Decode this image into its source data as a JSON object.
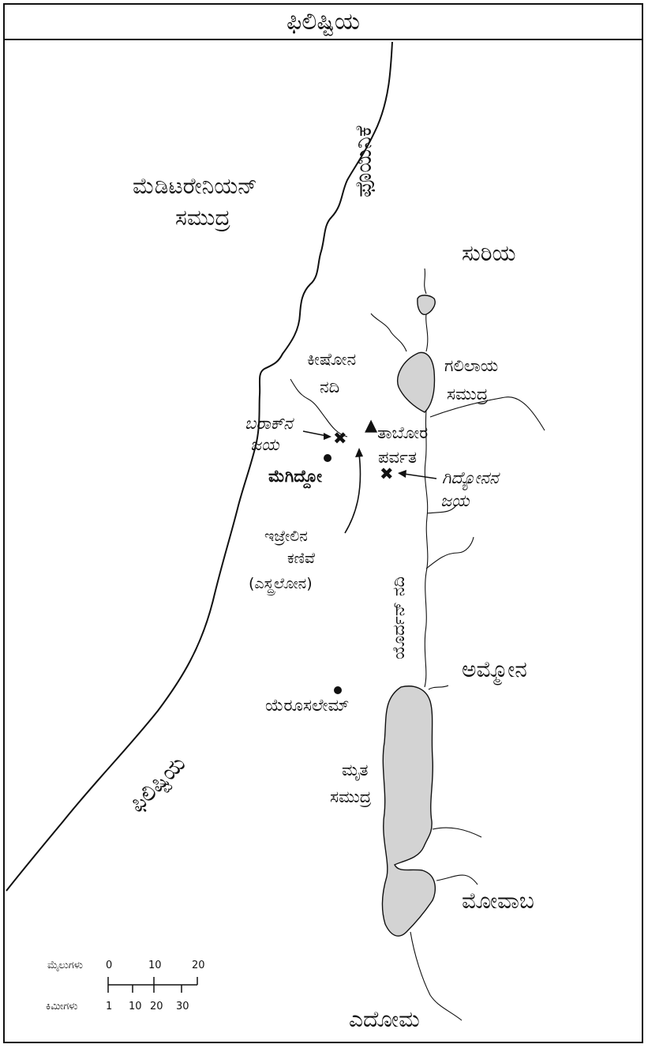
{
  "title": "ಫಿಲಿಷ್ಟಿಯ",
  "regions": {
    "mediterranean_line1": "ಮೆಡಿಟರೇನಿಯನ್",
    "mediterranean_line2": "ಸಮುದ್ರ",
    "phoenicia": "ಫೊಯಿನಿಕೆ",
    "syria": "ಸುರಿಯ",
    "ammon": "ಅಮ್ಮೋನ",
    "moab": "ಮೋವಾಬ",
    "edom": "ಎದೋಮ",
    "philistia": "ಫಿಲಿಷ್ಟಿಯ"
  },
  "waters": {
    "galilee_line1": "ಗಲಿಲಾಯ",
    "galilee_line2": "ಸಮುದ್ರ",
    "kishon_line1": "ಕೀಷೋನ",
    "kishon_line2": "ನದಿ",
    "jordan": "ಯೊರ್ದನ್ ನದಿ",
    "dead_sea_line1": "ಮೃತ",
    "dead_sea_line2": "ಸಮುದ್ರ"
  },
  "places": {
    "tabor_line1": "ತಾಬೋರ",
    "tabor_line2": "ಪರ್ವತ",
    "megiddo": "ಮೆಗಿದ್ದೋ",
    "jerusalem": "ಯೆರೂಸಲೇಮ್",
    "jezreel_line1": "ಇಜ್ರೇಲಿನ",
    "jezreel_line2": "ಕಣಿವೆ",
    "jezreel_line3": "(ಎಸ್ದ್ರಲೋನ)"
  },
  "battles": {
    "barak_line1": "ಬರಾಕ್‌ನ",
    "barak_line2": "ಜಯ",
    "gideon_line1": "ಗಿದ್ಯೋನನ",
    "gideon_line2": "ಜಯ"
  },
  "symbols": {
    "battle": "✖",
    "mountain": "▲"
  },
  "scale": {
    "miles_label": "ಮೈಲುಗಳು",
    "miles_ticks": [
      "0",
      "10",
      "20"
    ],
    "km_label": "ಕಿಮೀಗಳು",
    "km_ticks": [
      "1",
      "10",
      "20",
      "30"
    ]
  },
  "colors": {
    "water_fill": "#d3d3d3",
    "ink": "#111111"
  }
}
